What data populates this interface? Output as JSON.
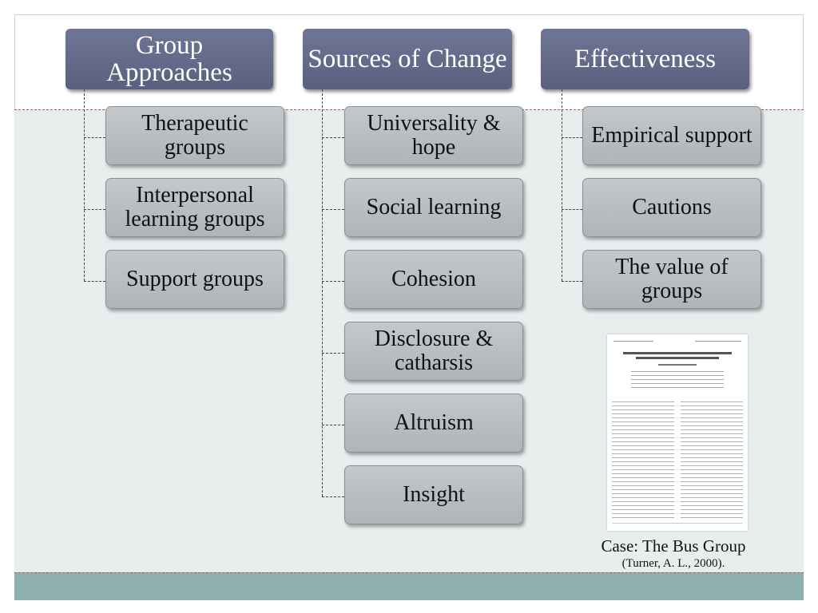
{
  "columns": [
    {
      "title": "Group Approaches",
      "items": [
        "Therapeutic groups",
        "Interpersonal learning groups",
        "Support groups"
      ]
    },
    {
      "title": "Sources of Change",
      "items": [
        "Universality & hope",
        "Social learning",
        "Cohesion",
        "Disclosure & catharsis",
        "Altruism",
        "Insight"
      ]
    },
    {
      "title": "Effectiveness",
      "items": [
        "Empirical support",
        "Cautions",
        "The value of groups"
      ]
    }
  ],
  "caption": {
    "line1": "Case: The Bus Group",
    "line2": "(Turner, A. L., 2000)."
  }
}
